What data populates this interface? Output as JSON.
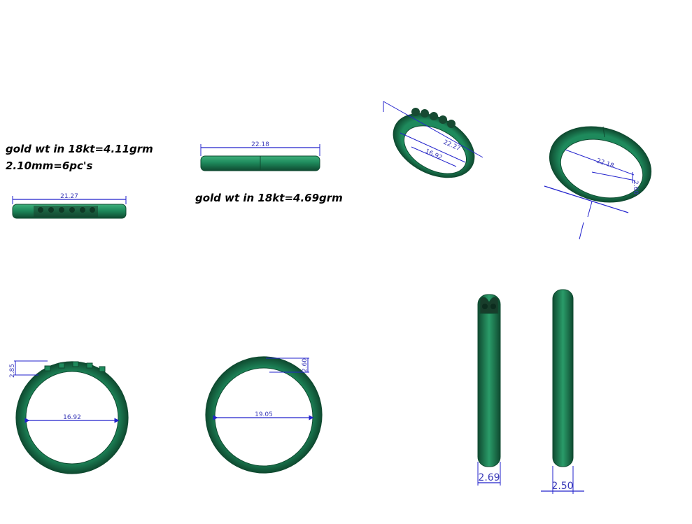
{
  "notes": {
    "ring_a_weight": "gold wt in  18kt=4.11grm",
    "ring_a_stones": "2.10mm=6pc's",
    "ring_b_weight": "gold wt in 18kt=4.69grm"
  },
  "dimensions": {
    "ring_a_top_width": "21.27",
    "ring_b_top_width": "22.18",
    "ring_a_inner_diameter": "16.92",
    "ring_b_inner_diameter": "19.05",
    "ring_a_height": "2.85",
    "ring_b_height": "2.60",
    "ring_a_band_width": "2.69",
    "ring_b_band_width": "2.50",
    "iso_a_outer": "22.27",
    "iso_a_inner": "16.92",
    "iso_b_outer": "22.18",
    "iso_b_height": "2.60"
  },
  "colors": {
    "metal": "#1e8a5c",
    "metal_dark": "#0f4a30",
    "metal_light": "#3fb07c",
    "dimension_line": "#2222cc"
  }
}
